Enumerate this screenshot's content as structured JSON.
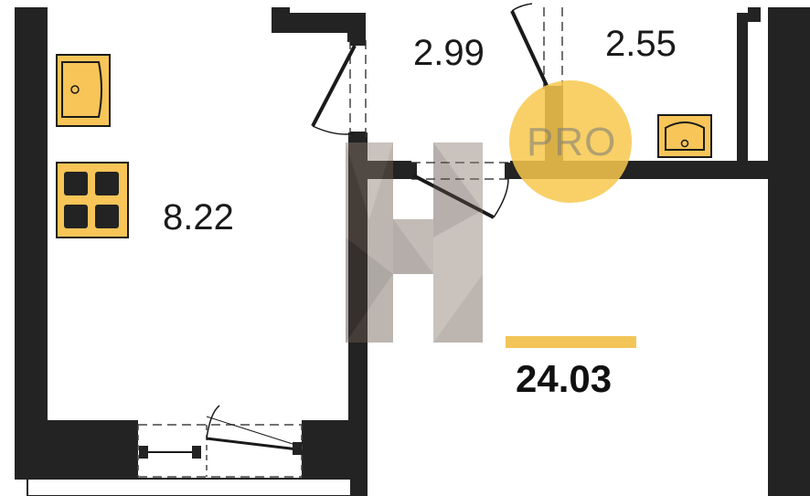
{
  "rooms": {
    "kitchen_area": "8.22",
    "bathroom_area": "2.99",
    "wc_area": "2.55",
    "total_area": "24.03"
  },
  "watermark": {
    "badge_text": "PRO",
    "logo_letter": "H"
  },
  "colors": {
    "wall": "#232323",
    "fixture_fill": "#f7c558",
    "accent_bar": "#f3c558",
    "badge": "#f7c84c",
    "door_leaf": "#1a1a1a"
  },
  "icons": [
    "sink-icon",
    "stove-icon",
    "washbasin-icon",
    "door-icon"
  ]
}
